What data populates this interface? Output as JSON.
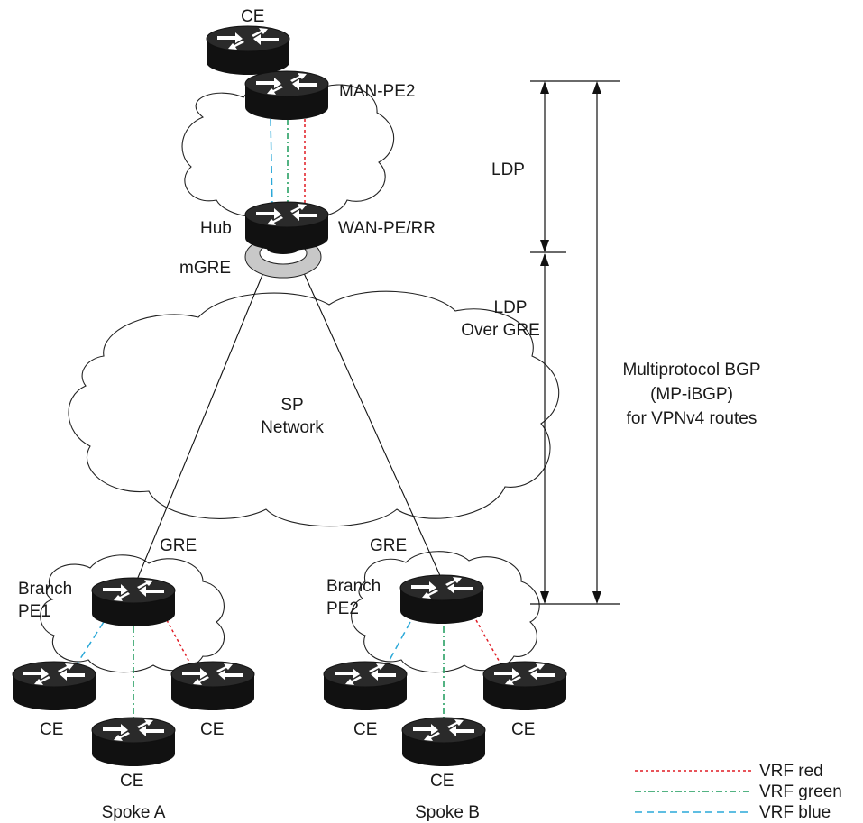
{
  "labels": {
    "ce_top": "CE",
    "man_pe2": "MAN-PE2",
    "hub": "Hub",
    "wan_pe_rr": "WAN-PE/RR",
    "mgre": "mGRE",
    "ldp": "LDP",
    "ldp_over_gre_1": "LDP",
    "ldp_over_gre_2": "Over GRE",
    "mpbgp_1": "Multiprotocol BGP",
    "mpbgp_2": "(MP-iBGP)",
    "mpbgp_3": "for VPNv4 routes",
    "sp_1": "SP",
    "sp_2": "Network",
    "gre_a": "GRE",
    "gre_b": "GRE",
    "branch_pe1_1": "Branch",
    "branch_pe1_2": "PE1",
    "branch_pe2_1": "Branch",
    "branch_pe2_2": "PE2",
    "ce_a_left": "CE",
    "ce_a_right": "CE",
    "ce_a_bottom": "CE",
    "ce_b_left": "CE",
    "ce_b_right": "CE",
    "ce_b_bottom": "CE",
    "spoke_a": "Spoke A",
    "spoke_b": "Spoke B"
  },
  "legend": [
    {
      "label": "VRF red",
      "color": "#e01b24"
    },
    {
      "label": "VRF green",
      "color": "#1a9a5a"
    },
    {
      "label": "VRF blue",
      "color": "#2aa8d8"
    }
  ],
  "colors": {
    "router_body": "#111111",
    "router_top": "#2a2a2a",
    "router_arrows": "#ffffff",
    "mgre_ring": "#c8c8c8"
  },
  "icons": {
    "router": "router-icon",
    "cloud": "cloud-icon"
  }
}
